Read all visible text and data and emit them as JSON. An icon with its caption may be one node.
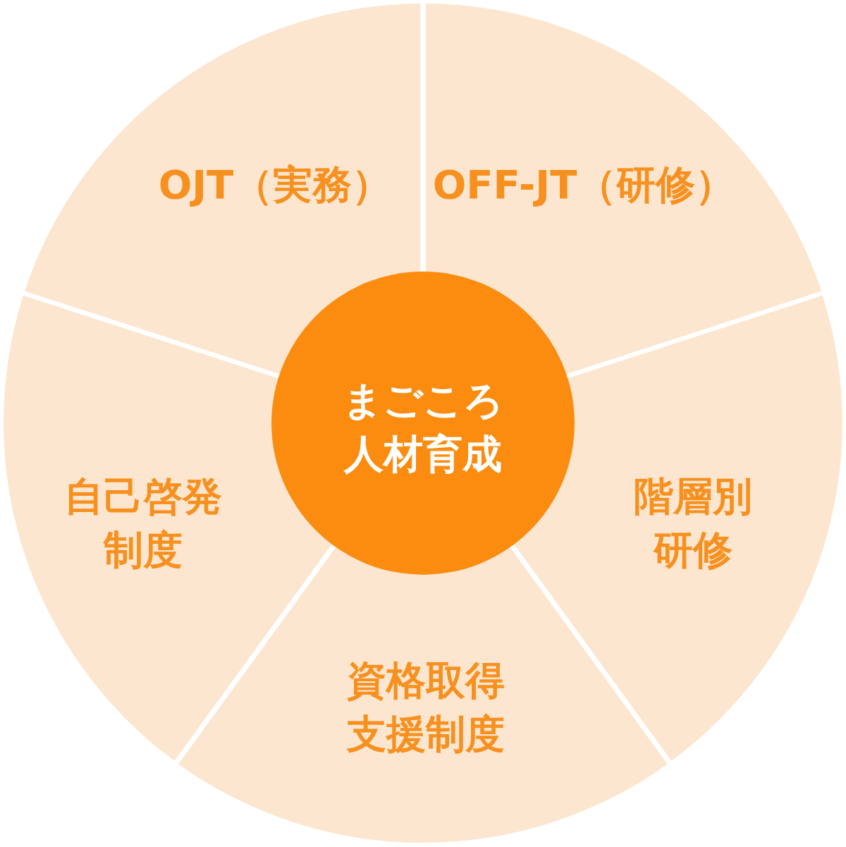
{
  "diagram": {
    "nodes": [
      {
        "text": [
          "まごころ人材育成"
        ]
      },
      {
        "text": [
          "OJT（実務）"
        ]
      },
      {
        "text": [
          "OFF-JT（研修）"
        ]
      },
      {
        "text": [
          "階層別研修"
        ]
      },
      {
        "text": [
          "資格取得支援制度"
        ]
      },
      {
        "text": [
          "自己啓発制度"
        ]
      }
    ]
  }
}
